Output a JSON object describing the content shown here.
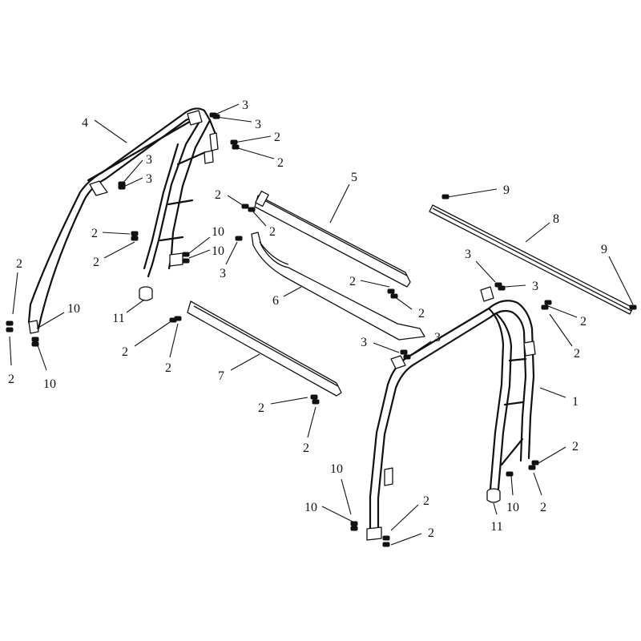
{
  "diagram": {
    "background": "#ffffff",
    "line_color": "#111111",
    "parts": [
      {
        "ref": "1",
        "kind": "rear-roll-cage-hoop"
      },
      {
        "ref": "2",
        "kind": "bolt"
      },
      {
        "ref": "3",
        "kind": "nut"
      },
      {
        "ref": "4",
        "kind": "front-roll-cage-hoop"
      },
      {
        "ref": "5",
        "kind": "upper-side-bar"
      },
      {
        "ref": "6",
        "kind": "curved-side-rail"
      },
      {
        "ref": "7",
        "kind": "lower-side-bar"
      },
      {
        "ref": "8",
        "kind": "flat-cross-bar"
      },
      {
        "ref": "9",
        "kind": "cross-bar-end-screw"
      },
      {
        "ref": "10",
        "kind": "washer"
      },
      {
        "ref": "11",
        "kind": "leg-end-cap"
      }
    ],
    "callouts": [
      {
        "label": "4"
      },
      {
        "label": "3"
      },
      {
        "label": "3"
      },
      {
        "label": "2"
      },
      {
        "label": "2"
      },
      {
        "label": "3"
      },
      {
        "label": "3"
      },
      {
        "label": "2"
      },
      {
        "label": "2"
      },
      {
        "label": "10"
      },
      {
        "label": "10"
      },
      {
        "label": "3"
      },
      {
        "label": "11"
      },
      {
        "label": "2"
      },
      {
        "label": "2"
      },
      {
        "label": "10"
      },
      {
        "label": "10"
      },
      {
        "label": "5"
      },
      {
        "label": "2"
      },
      {
        "label": "2"
      },
      {
        "label": "2"
      },
      {
        "label": "2"
      },
      {
        "label": "6"
      },
      {
        "label": "3"
      },
      {
        "label": "3"
      },
      {
        "label": "7"
      },
      {
        "label": "2"
      },
      {
        "label": "2"
      },
      {
        "label": "2"
      },
      {
        "label": "2"
      },
      {
        "label": "9"
      },
      {
        "label": "8"
      },
      {
        "label": "9"
      },
      {
        "label": "3"
      },
      {
        "label": "3"
      },
      {
        "label": "2"
      },
      {
        "label": "2"
      },
      {
        "label": "1"
      },
      {
        "label": "2"
      },
      {
        "label": "2"
      },
      {
        "label": "10"
      },
      {
        "label": "11"
      },
      {
        "label": "10"
      },
      {
        "label": "10"
      },
      {
        "label": "2"
      },
      {
        "label": "2"
      }
    ]
  }
}
